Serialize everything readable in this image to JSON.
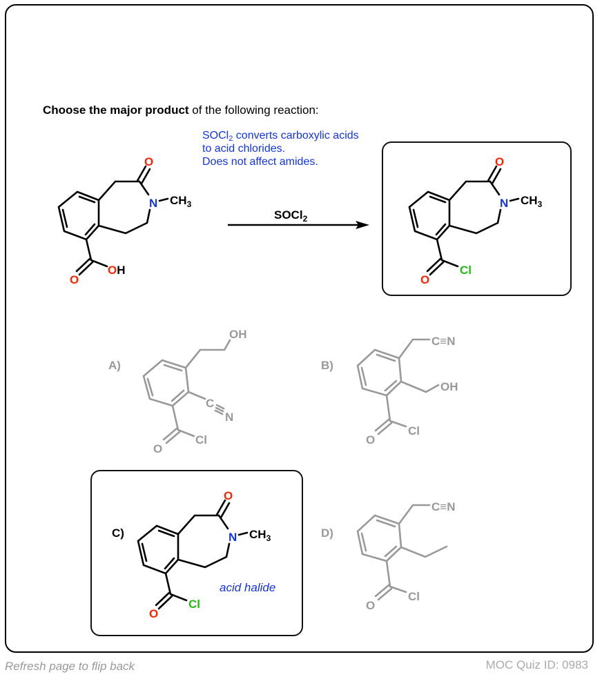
{
  "question": {
    "prompt_bold": "Choose the major product",
    "prompt_rest": " of the following reaction:"
  },
  "reaction": {
    "reagent_main": "SOCl",
    "reagent_sub": "2",
    "note_line1_main": "SOCl",
    "note_line1_sub": "2",
    "note_line1_rest": " converts carboxylic acids",
    "note_line2": "to acid chlorides.",
    "note_line3": "Does not affect amides.",
    "reactant": "carboxylic acid benzazepinone (N-CH3 lactam, COOH)",
    "product": "acid chloride benzazepinone (N-CH3 lactam, COCl)"
  },
  "atoms": {
    "O": "O",
    "N": "N",
    "OH": "OH",
    "Cl": "Cl",
    "CH": "CH",
    "CH_sub": "3",
    "C": "C",
    "CN": "C≡N"
  },
  "options": [
    {
      "label": "A)",
      "selected": false,
      "description": "2-cyano-3-(2-hydroxyethyl)benzoyl chloride"
    },
    {
      "label": "B)",
      "selected": false,
      "description": "3-(cyanomethyl)-2-(hydroxymethyl)benzoyl chloride"
    },
    {
      "label": "C)",
      "selected": true,
      "description": "benzazepinone acid chloride",
      "annotation": "acid halide"
    },
    {
      "label": "D)",
      "selected": false,
      "description": "3-(cyanomethyl)-2-ethylbenzoyl chloride"
    }
  ],
  "footer": {
    "hint": "Refresh page to flip back",
    "quiz_id": "MOC Quiz ID: 0983"
  },
  "colors": {
    "oxygen": "#ff2200",
    "nitrogen": "#1133ee",
    "chlorine": "#22bb11",
    "note_text": "#1133ee",
    "faded": "#999999",
    "bond": "#000000"
  }
}
